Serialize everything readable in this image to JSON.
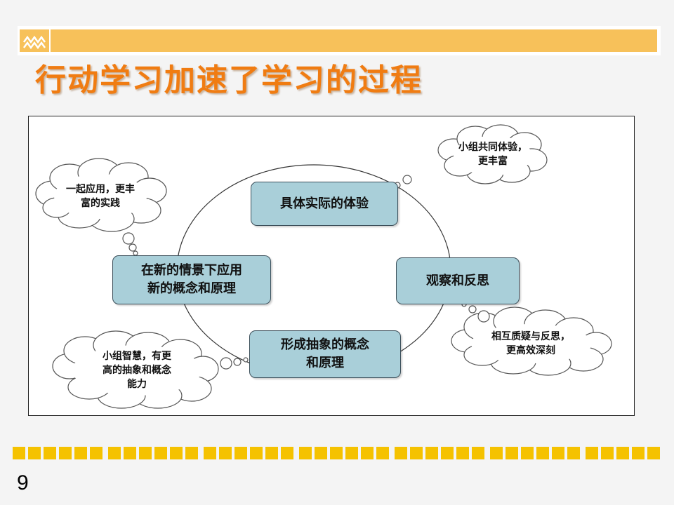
{
  "slide": {
    "title": "行动学习加速了学习的过程",
    "page_number": "9"
  },
  "colors": {
    "accent_bar": "#f7c15a",
    "title": "#f07c12",
    "node_fill": "#a9cfd9",
    "bottom_squares": "#f5c200"
  },
  "diagram": {
    "nodes": {
      "top": "具体实际的体验",
      "right": "观察和反思",
      "bottom": "形成抽象的概念\n和原理",
      "left": "在新的情景下应用\n新的概念和原理"
    },
    "bubbles": {
      "top_right": "小组共同体验，\n更丰富",
      "top_left": "一起应用，更丰\n富的实践",
      "bottom_right": "相互质疑与反思，\n更高效深刻",
      "bottom_left": "小组智慧，有更\n高的抽象和概念\n能力"
    }
  }
}
